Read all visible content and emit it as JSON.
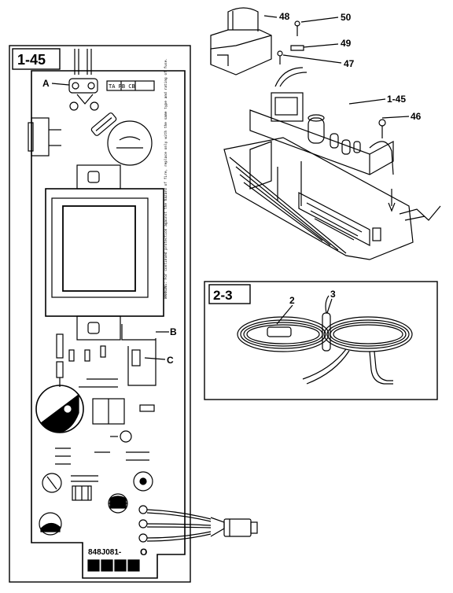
{
  "panel_board": {
    "title": "1-45",
    "callouts": {
      "a": "A",
      "b": "B",
      "c": "C"
    },
    "board_code": "848J081-",
    "board_code_suffix": "O",
    "tag_text": "TA PB CB",
    "warning_text": "WARNING: For continued protection against the hazard of fire, replace only with the same type and rating of fuse."
  },
  "exploded_view": {
    "callouts": [
      "48",
      "50",
      "49",
      "47",
      "1-45",
      "46"
    ]
  },
  "cord_inset": {
    "title": "2-3",
    "callouts": [
      "2",
      "3"
    ]
  },
  "colors": {
    "ink": "#000000",
    "paper": "#ffffff"
  }
}
